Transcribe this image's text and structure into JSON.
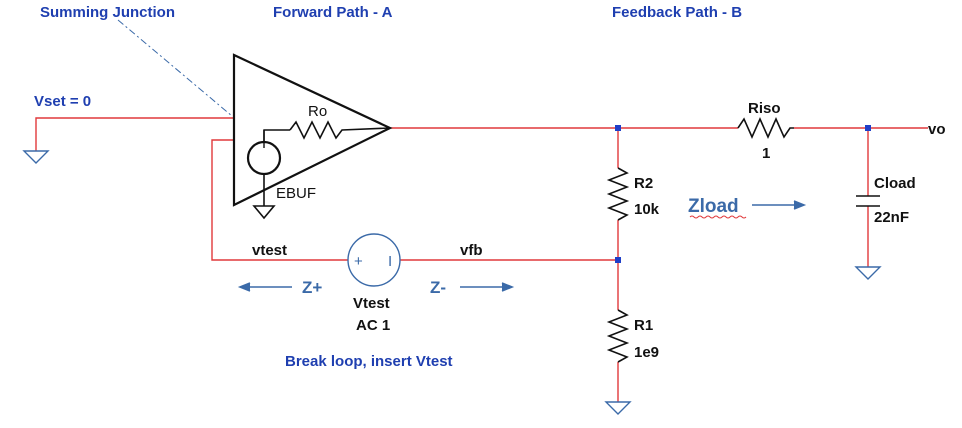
{
  "headers": {
    "summing_junction": "Summing Junction",
    "forward_path": "Forward Path - A",
    "feedback_path": "Feedback Path - B"
  },
  "labels": {
    "vset": "Vset = 0",
    "ro": "Ro",
    "ebuf": "EBUF",
    "riso_name": "Riso",
    "riso_value": "1",
    "vo": "vo",
    "r2_name": "R2",
    "r2_value": "10k",
    "cload_name": "Cload",
    "cload_value": "22nF",
    "zload": "Zload",
    "vtest_net": "vtest",
    "vfb_net": "vfb",
    "z_plus": "Z+",
    "z_minus": "Z-",
    "vtest_name": "Vtest",
    "vtest_value": "AC 1",
    "r1_name": "R1",
    "r1_value": "1e9",
    "break_loop": "Break loop, insert Vtest",
    "source_plus": "+",
    "source_minus": "I"
  },
  "colors": {
    "header_blue": "#1f3fb0",
    "wire_red": "#e0393b",
    "arrow_blue": "#3b6aa8",
    "node_blue": "#1f3fc8",
    "component_black": "#111111"
  }
}
